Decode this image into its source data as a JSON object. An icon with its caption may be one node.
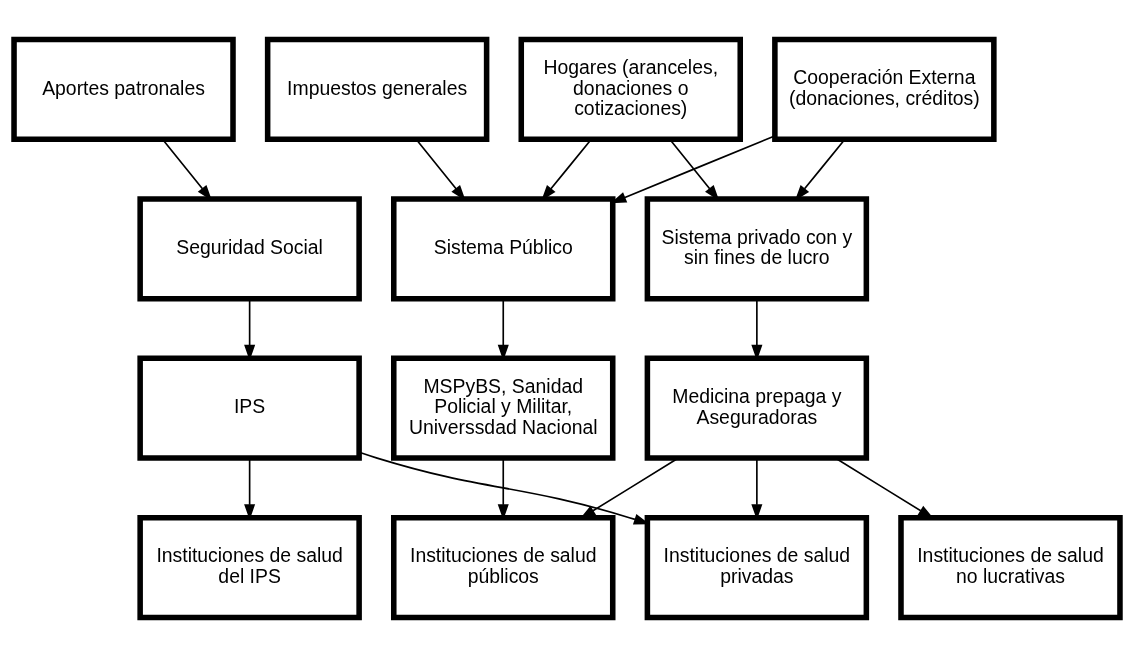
{
  "diagram": {
    "nodes": [
      {
        "text": [
          "Aportes patronales"
        ]
      },
      {
        "text": [
          "Impuestos generales"
        ]
      },
      {
        "text": [
          "Hogares (aranceles, donaciones o cotizaciones)"
        ]
      },
      {
        "text": [
          "Cooperación Externa (donaciones, créditos)"
        ]
      },
      {
        "text": [
          "Seguridad Social"
        ]
      },
      {
        "text": [
          "Sistema Público"
        ]
      },
      {
        "text": [
          "Sistema privado con y sin fines de lucro"
        ]
      },
      {
        "text": [
          "IPS"
        ]
      },
      {
        "text": [
          "MSPyBS, Sanidad Policial y Militar, Universsdad Nacional"
        ]
      },
      {
        "text": [
          "Medicina prepaga y Aseguradoras"
        ]
      },
      {
        "text": [
          "Instituciones de salud del IPS"
        ]
      },
      {
        "text": [
          "Instituciones de salud públicos"
        ]
      },
      {
        "text": [
          "Instituciones de salud privadas"
        ]
      },
      {
        "text": [
          "Instituciones de salud no lucrativas"
        ]
      }
    ],
    "edges": [
      {
        "from": 0,
        "to": 4,
        "arrow": "to"
      },
      {
        "from": 1,
        "to": 5,
        "arrow": "to"
      },
      {
        "from": 2,
        "to": 6,
        "arrow": "to"
      },
      {
        "from": 2,
        "to": 5,
        "arrow": "to"
      },
      {
        "from": 3,
        "to": 5,
        "arrow": "to"
      },
      {
        "from": 3,
        "to": 6,
        "arrow": "to"
      },
      {
        "from": 4,
        "to": 7,
        "arrow": "to"
      },
      {
        "from": 5,
        "to": 8,
        "arrow": "to"
      },
      {
        "from": 6,
        "to": 9,
        "arrow": "to"
      },
      {
        "from": 7,
        "to": 10,
        "arrow": "to"
      },
      {
        "from": 8,
        "to": 11,
        "arrow": "to"
      },
      {
        "from": 9,
        "to": 11,
        "arrow": "to"
      },
      {
        "from": 7,
        "to": 12,
        "arrow": "to"
      },
      {
        "from": 9,
        "to": 12,
        "arrow": "to"
      },
      {
        "from": 9,
        "to": 13,
        "arrow": "to"
      }
    ]
  }
}
